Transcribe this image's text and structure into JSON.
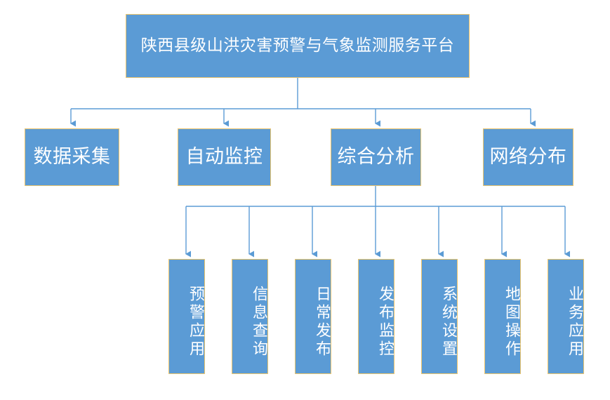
{
  "diagram": {
    "type": "organization-hierarchy-chart",
    "title": "陕西县级山洪灾害预警与气象监测服务平台",
    "colors": {
      "node_fill": "#5b9bd5",
      "node_border": "#ecc46c",
      "node_text": "#ffffff",
      "connector": "#5b9bd5",
      "background": "#ffffff"
    },
    "root": {
      "label": "陕西县级山洪灾害预警与气象监测服务平台"
    },
    "level2": [
      {
        "label": "数据采集"
      },
      {
        "label": "自动监控"
      },
      {
        "label": "综合分析"
      },
      {
        "label": "网络分布"
      }
    ],
    "level3_parent": "综合分析",
    "level3": [
      {
        "label": "预警应用"
      },
      {
        "label": "信息查询"
      },
      {
        "label": "日常发布"
      },
      {
        "label": "发布监控"
      },
      {
        "label": "系统设置"
      },
      {
        "label": "地图操作"
      },
      {
        "label": "业务应用"
      }
    ]
  }
}
